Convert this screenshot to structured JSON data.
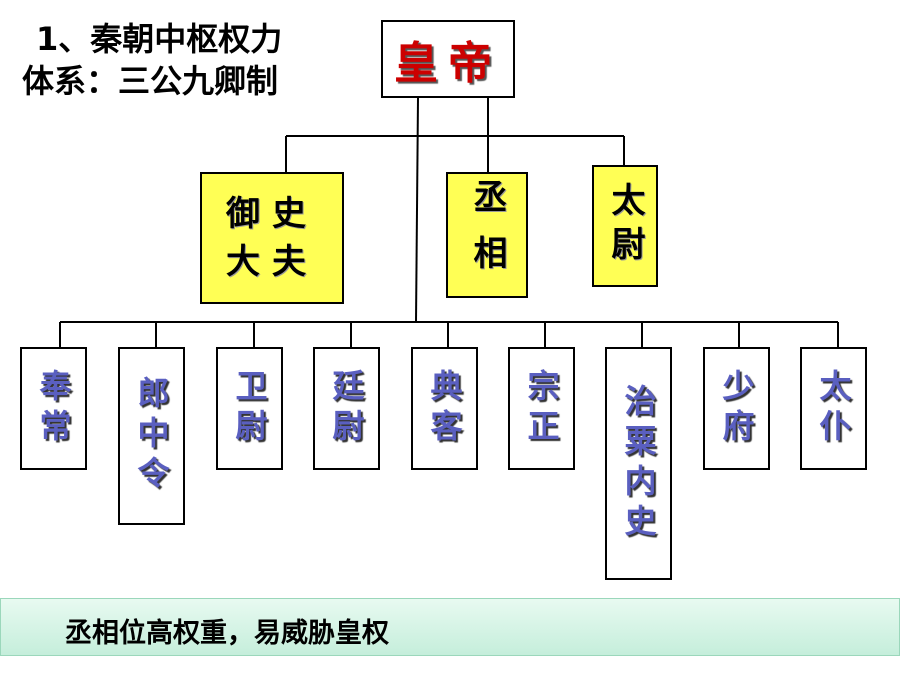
{
  "title": {
    "line1": "1、秦朝中枢权力",
    "line2": "体系：三公九卿制"
  },
  "emperor": "皇帝",
  "three_excellencies": [
    {
      "line1": "御史",
      "line2": "大夫"
    },
    {
      "text": "丞相"
    },
    {
      "text": "太尉"
    }
  ],
  "nine_ministers": [
    "奉常",
    "郎中令",
    "卫尉",
    "廷尉",
    "典客",
    "宗正",
    "治粟内史",
    "少府",
    "太仆"
  ],
  "summary": "丞相位高权重，易威胁皇权",
  "colors": {
    "emperor_text": "#cc0000",
    "excellency_fill": "#ffff55",
    "minister_text": "#5a5fc0",
    "summary_fill": "#c5eedb"
  }
}
